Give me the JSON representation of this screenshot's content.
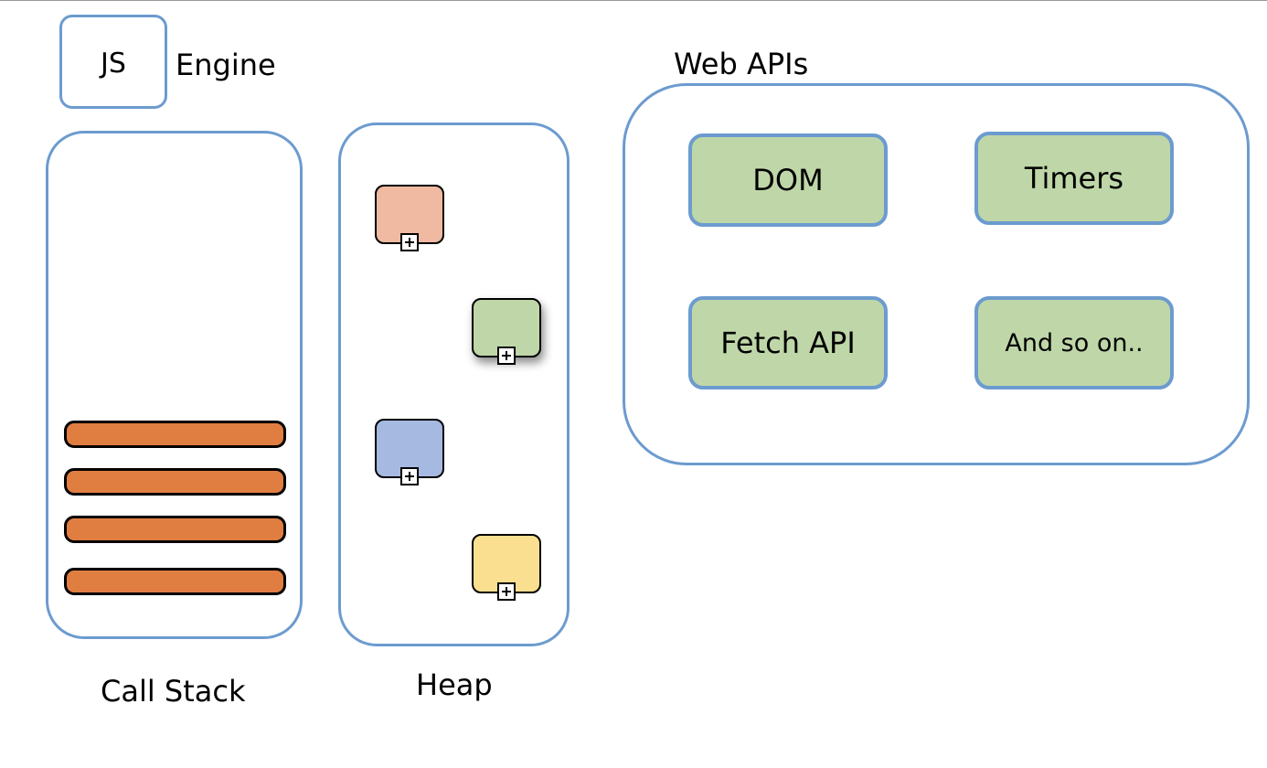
{
  "engine": {
    "badge": "JS",
    "label": "Engine"
  },
  "call_stack": {
    "label": "Call Stack",
    "frame_count": 4,
    "frame_color": "#e07e42"
  },
  "heap": {
    "label": "Heap",
    "objects": [
      {
        "color": "#efb9a2",
        "icon": "expand-icon"
      },
      {
        "color": "#bfd7a8",
        "icon": "expand-icon"
      },
      {
        "color": "#a6b9e0",
        "icon": "expand-icon"
      },
      {
        "color": "#f9df8f",
        "icon": "expand-icon"
      }
    ]
  },
  "web_apis": {
    "label": "Web APIs",
    "items": [
      {
        "label": "DOM"
      },
      {
        "label": "Timers"
      },
      {
        "label": "Fetch API"
      },
      {
        "label": "And so on.."
      }
    ],
    "item_color": "#bfd7a8"
  },
  "colors": {
    "outline": "#6c9bcf"
  }
}
